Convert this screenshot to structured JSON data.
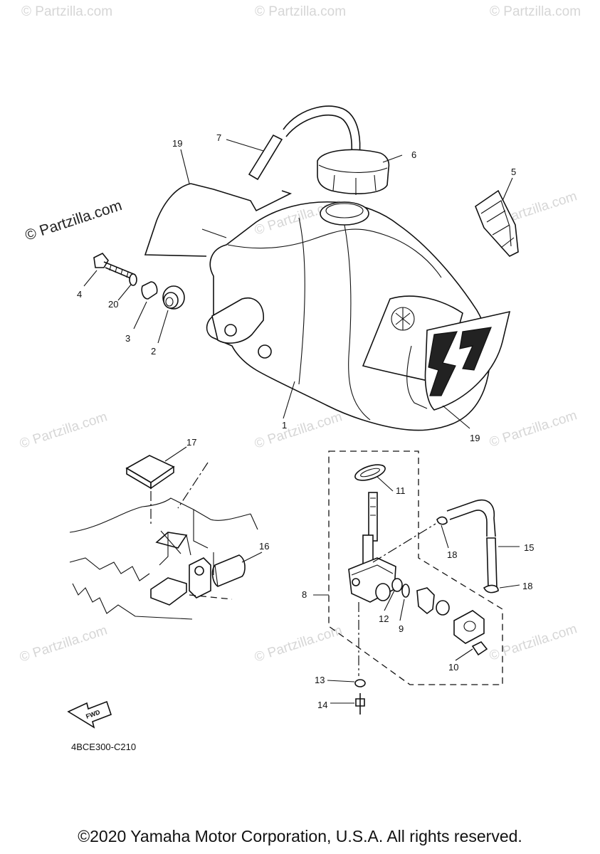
{
  "watermark": {
    "brand_text": "© Partzilla.com",
    "faint_text": "© Partzilla.com"
  },
  "diagram": {
    "drawing_code": "4BCE300-C210",
    "fwd_label": "FWD",
    "callouts": {
      "c1": "1",
      "c2": "2",
      "c3": "3",
      "c4": "4",
      "c5": "5",
      "c6": "6",
      "c7": "7",
      "c8": "8",
      "c9": "9",
      "c10": "10",
      "c11": "11",
      "c12": "12",
      "c13": "13",
      "c14": "14",
      "c15": "15",
      "c16": "16",
      "c17": "17",
      "c18a": "18",
      "c18b": "18",
      "c19a": "19",
      "c19b": "19",
      "c20": "20"
    }
  },
  "footer": {
    "copyright": "©2020 Yamaha Motor Corporation, U.S.A. All rights reserved."
  }
}
